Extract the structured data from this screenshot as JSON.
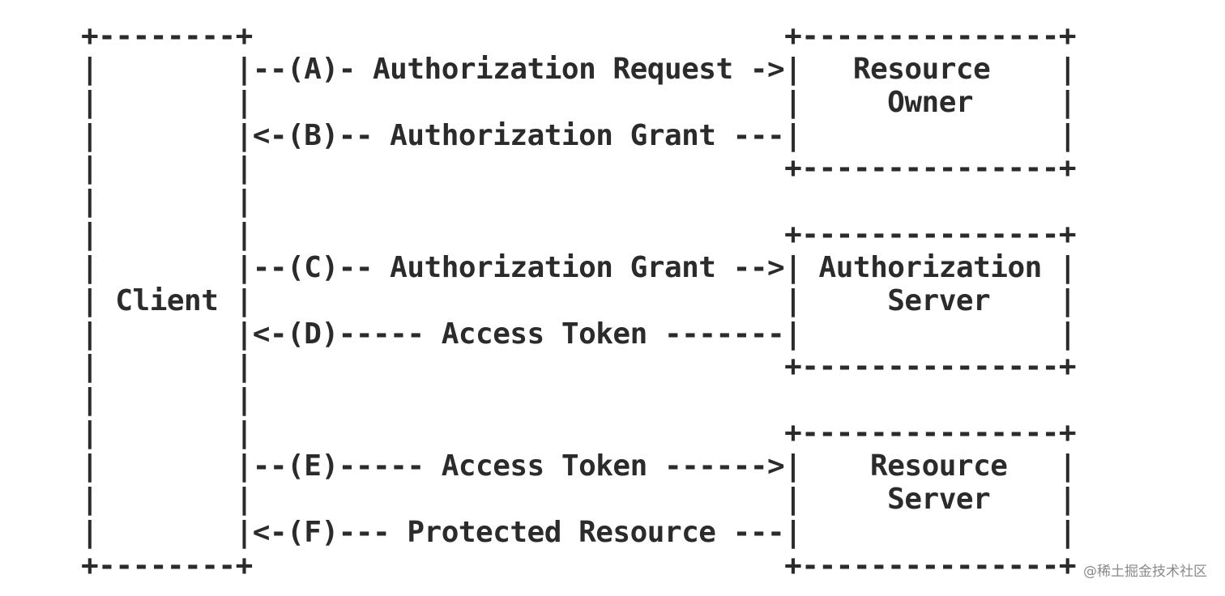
{
  "diagram": {
    "client_label": "Client",
    "actors": {
      "resource_owner": [
        "Resource",
        "Owner"
      ],
      "authorization_server": [
        "Authorization",
        "Server"
      ],
      "resource_server": [
        "Resource",
        "Server"
      ]
    },
    "flows": {
      "a": "Authorization Request",
      "b": "Authorization Grant",
      "c": "Authorization Grant",
      "d": "Access Token",
      "e": "Access Token",
      "f": "Protected Resource"
    },
    "steps": [
      "(A)",
      "(B)",
      "(C)",
      "(D)",
      "(E)",
      "(F)"
    ]
  },
  "watermark": "@稀土掘金技术社区"
}
